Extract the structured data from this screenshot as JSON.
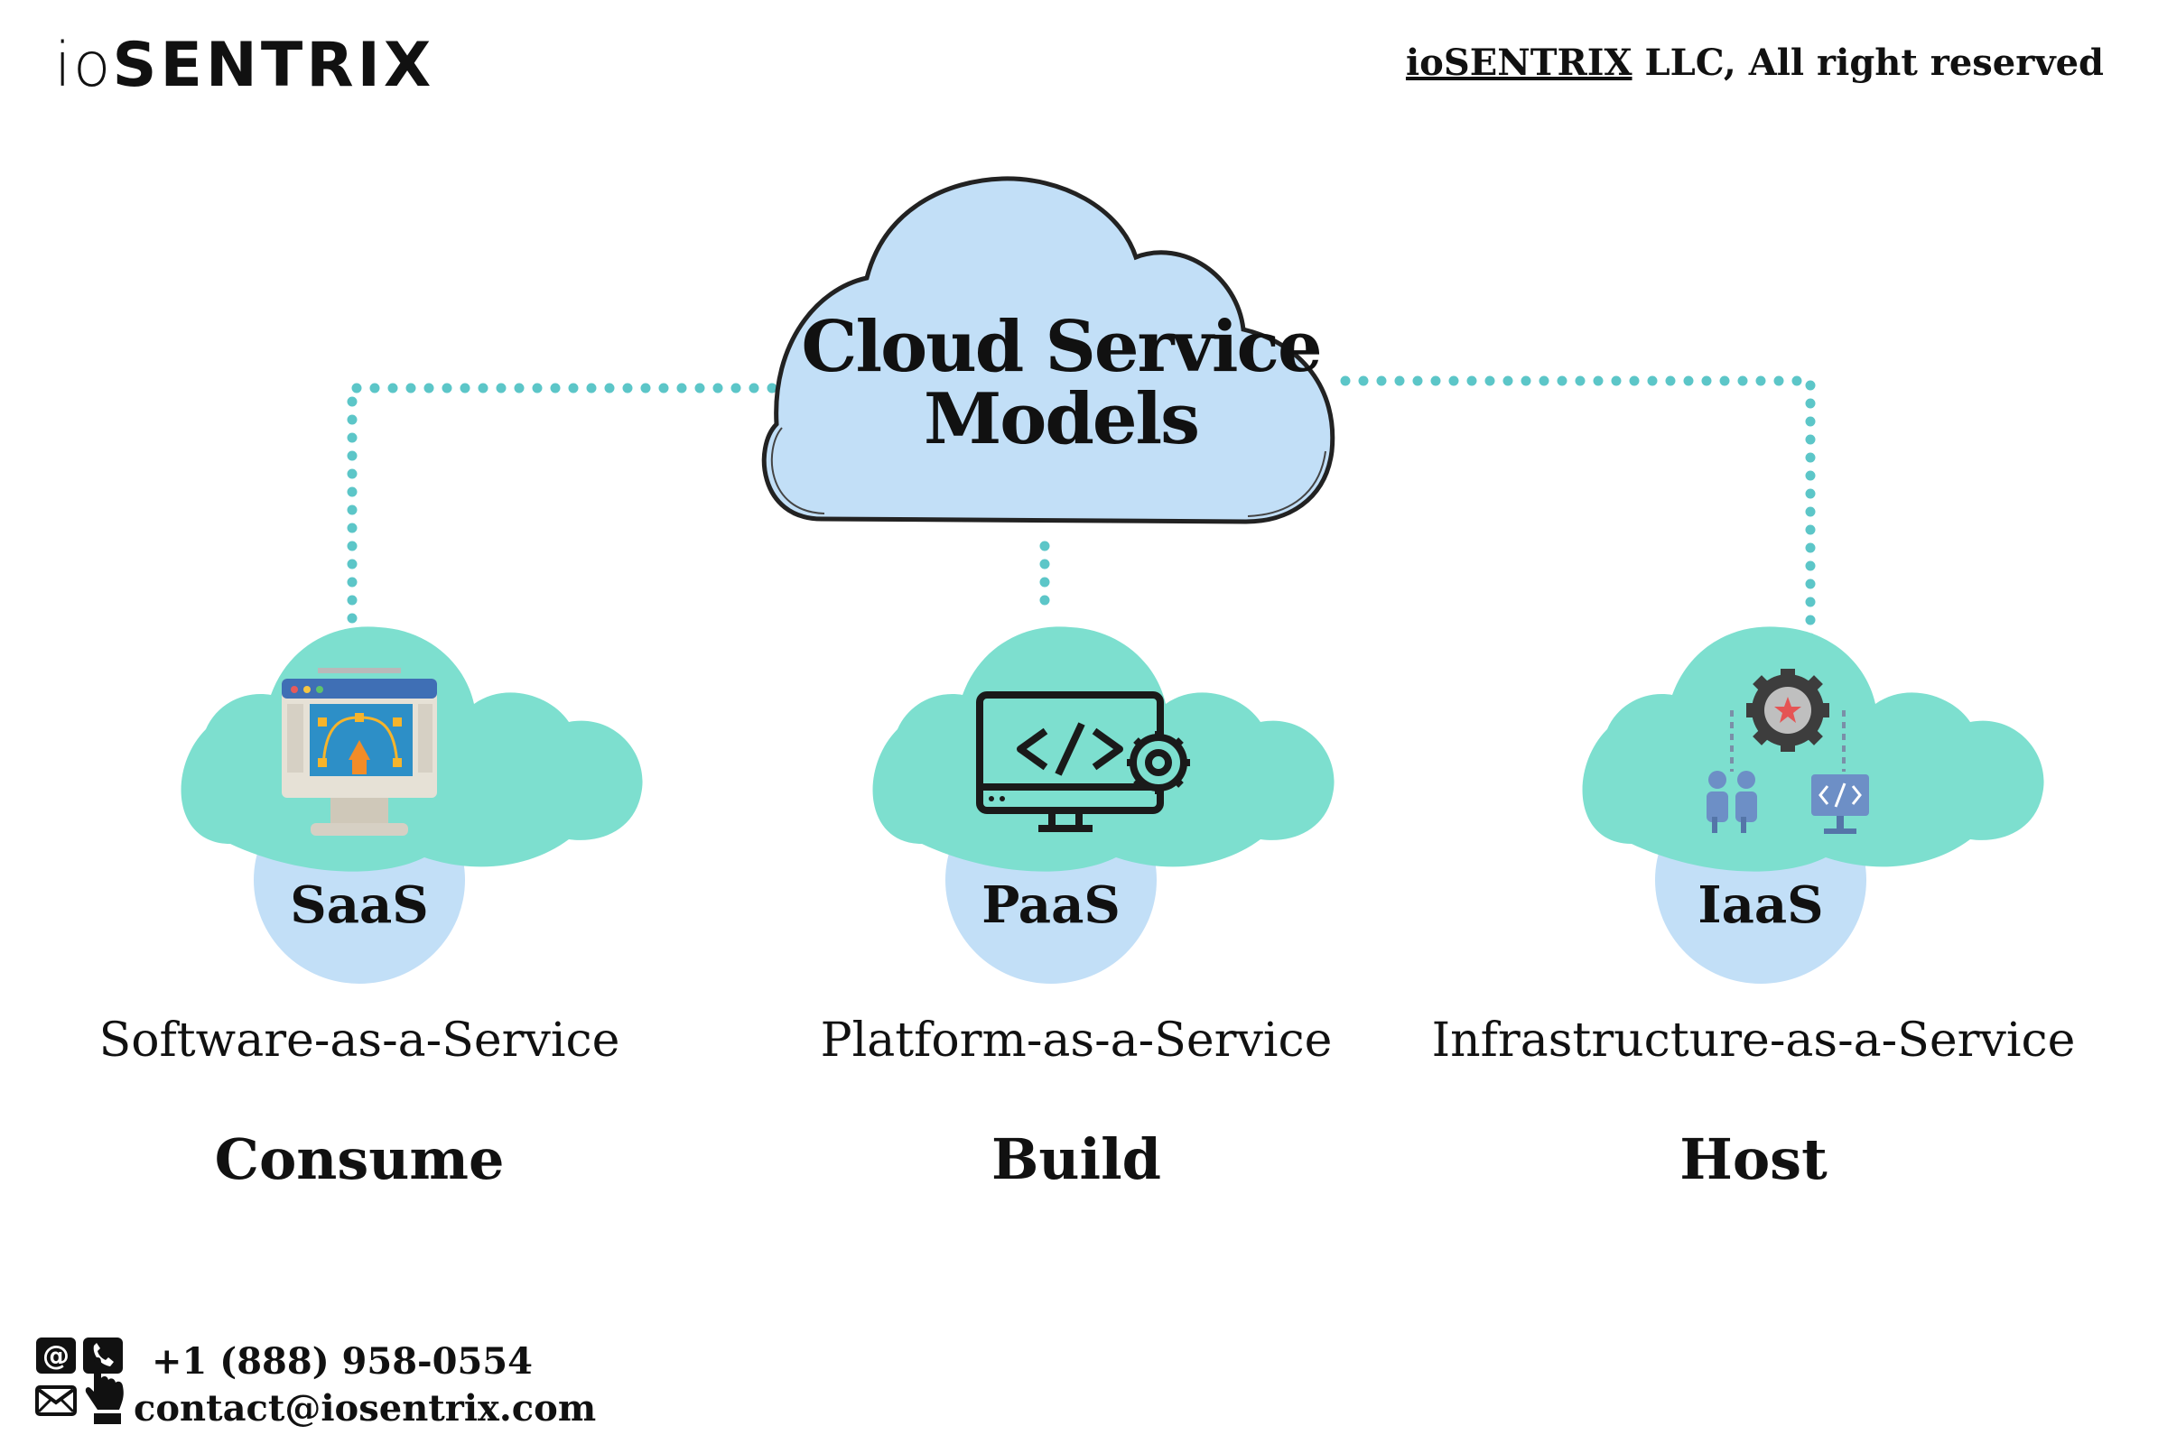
{
  "header": {
    "logo_prefix": "io",
    "logo_main": "SENTRIX",
    "copyright_brand": "ioSENTRIX",
    "copyright_rest": " LLC, All right reserved"
  },
  "diagram": {
    "title": "Cloud Service Models",
    "models": [
      {
        "abbr": "SaaS",
        "name": "Software-as-a-Service",
        "verb": "Consume",
        "icon": "software-monitor-icon"
      },
      {
        "abbr": "PaaS",
        "name": "Platform-as-a-Service",
        "verb": "Build",
        "icon": "code-monitor-gear-icon"
      },
      {
        "abbr": "IaaS",
        "name": "Infrastructure-as-a-Service",
        "verb": "Host",
        "icon": "infrastructure-network-icon"
      }
    ],
    "colors": {
      "main_cloud": "#c2dff7",
      "model_cloud": "#7ddfcf",
      "label_blob": "#c2dff7",
      "connector": "#5cc6c8"
    }
  },
  "contact": {
    "phone": "+1 (888) 958-0554",
    "email": "contact@iosentrix.com",
    "icons": [
      "at-icon",
      "phone-icon",
      "mail-icon",
      "pointer-hand-icon"
    ]
  }
}
